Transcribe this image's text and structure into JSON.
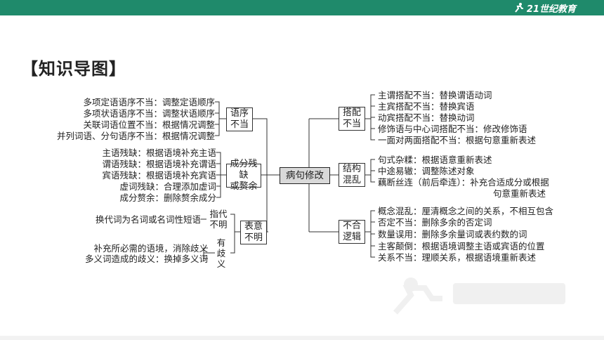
{
  "header": {
    "logo_text": "21世纪教育"
  },
  "title": "【知识导图】",
  "center": "病句修改",
  "branches": {
    "left": [
      {
        "label": "语序不当",
        "items": [
          "多项定语语序不当：调整定语顺序",
          "多项状语语序不当：调整状语顺序",
          "关联词语位置不当：根据情况调整",
          "并列词语、分句语序不当：根据情况调整"
        ]
      },
      {
        "label": "成分残缺或赘余",
        "items": [
          "主语残缺：根据语境补充主语",
          "谓语残缺：根据语境补充谓语",
          "宾语残缺：根据语境补充宾语",
          "虚词残缺：合理添加虚词",
          "成分赘余：删除赘余成分"
        ]
      },
      {
        "label": "表意不明",
        "sub": [
          {
            "label": "指代不明",
            "items": [
              "换代词为名词或名词性短语"
            ]
          },
          {
            "label": "有歧义",
            "items": [
              "补充所必需的语境，消除歧义",
              "多义词造成的歧义：换掉多义词"
            ]
          }
        ]
      }
    ],
    "right": [
      {
        "label": "搭配不当",
        "items": [
          "主谓搭配不当：替换谓语动词",
          "主宾搭配不当：替换宾语",
          "动宾搭配不当：替换动词",
          "修饰语与中心词搭配不当：修改修饰语",
          "一面对两面搭配不当：根据句意重新表述"
        ]
      },
      {
        "label": "结构混乱",
        "items": [
          "句式杂糅：根据语意重新表述",
          "中途易辙：调整陈述对象",
          "藕断丝连（前后牵连）：补充合适成分或根据",
          "句意重新表述"
        ]
      },
      {
        "label": "不合逻辑",
        "items": [
          "概念混乱：厘清概念之间的关系，不相互包含",
          "否定不当：删除多余的否定词",
          "数量误用：删除多余量词或表约数的词",
          "主客颠倒：根据语境调整主语或宾语的位置",
          "关系不当：理顺关系，根据语境重新表述"
        ]
      }
    ]
  },
  "colors": {
    "topbar": "#1f8a6b",
    "center_fill": "#d9d9d9",
    "line": "#333333"
  }
}
